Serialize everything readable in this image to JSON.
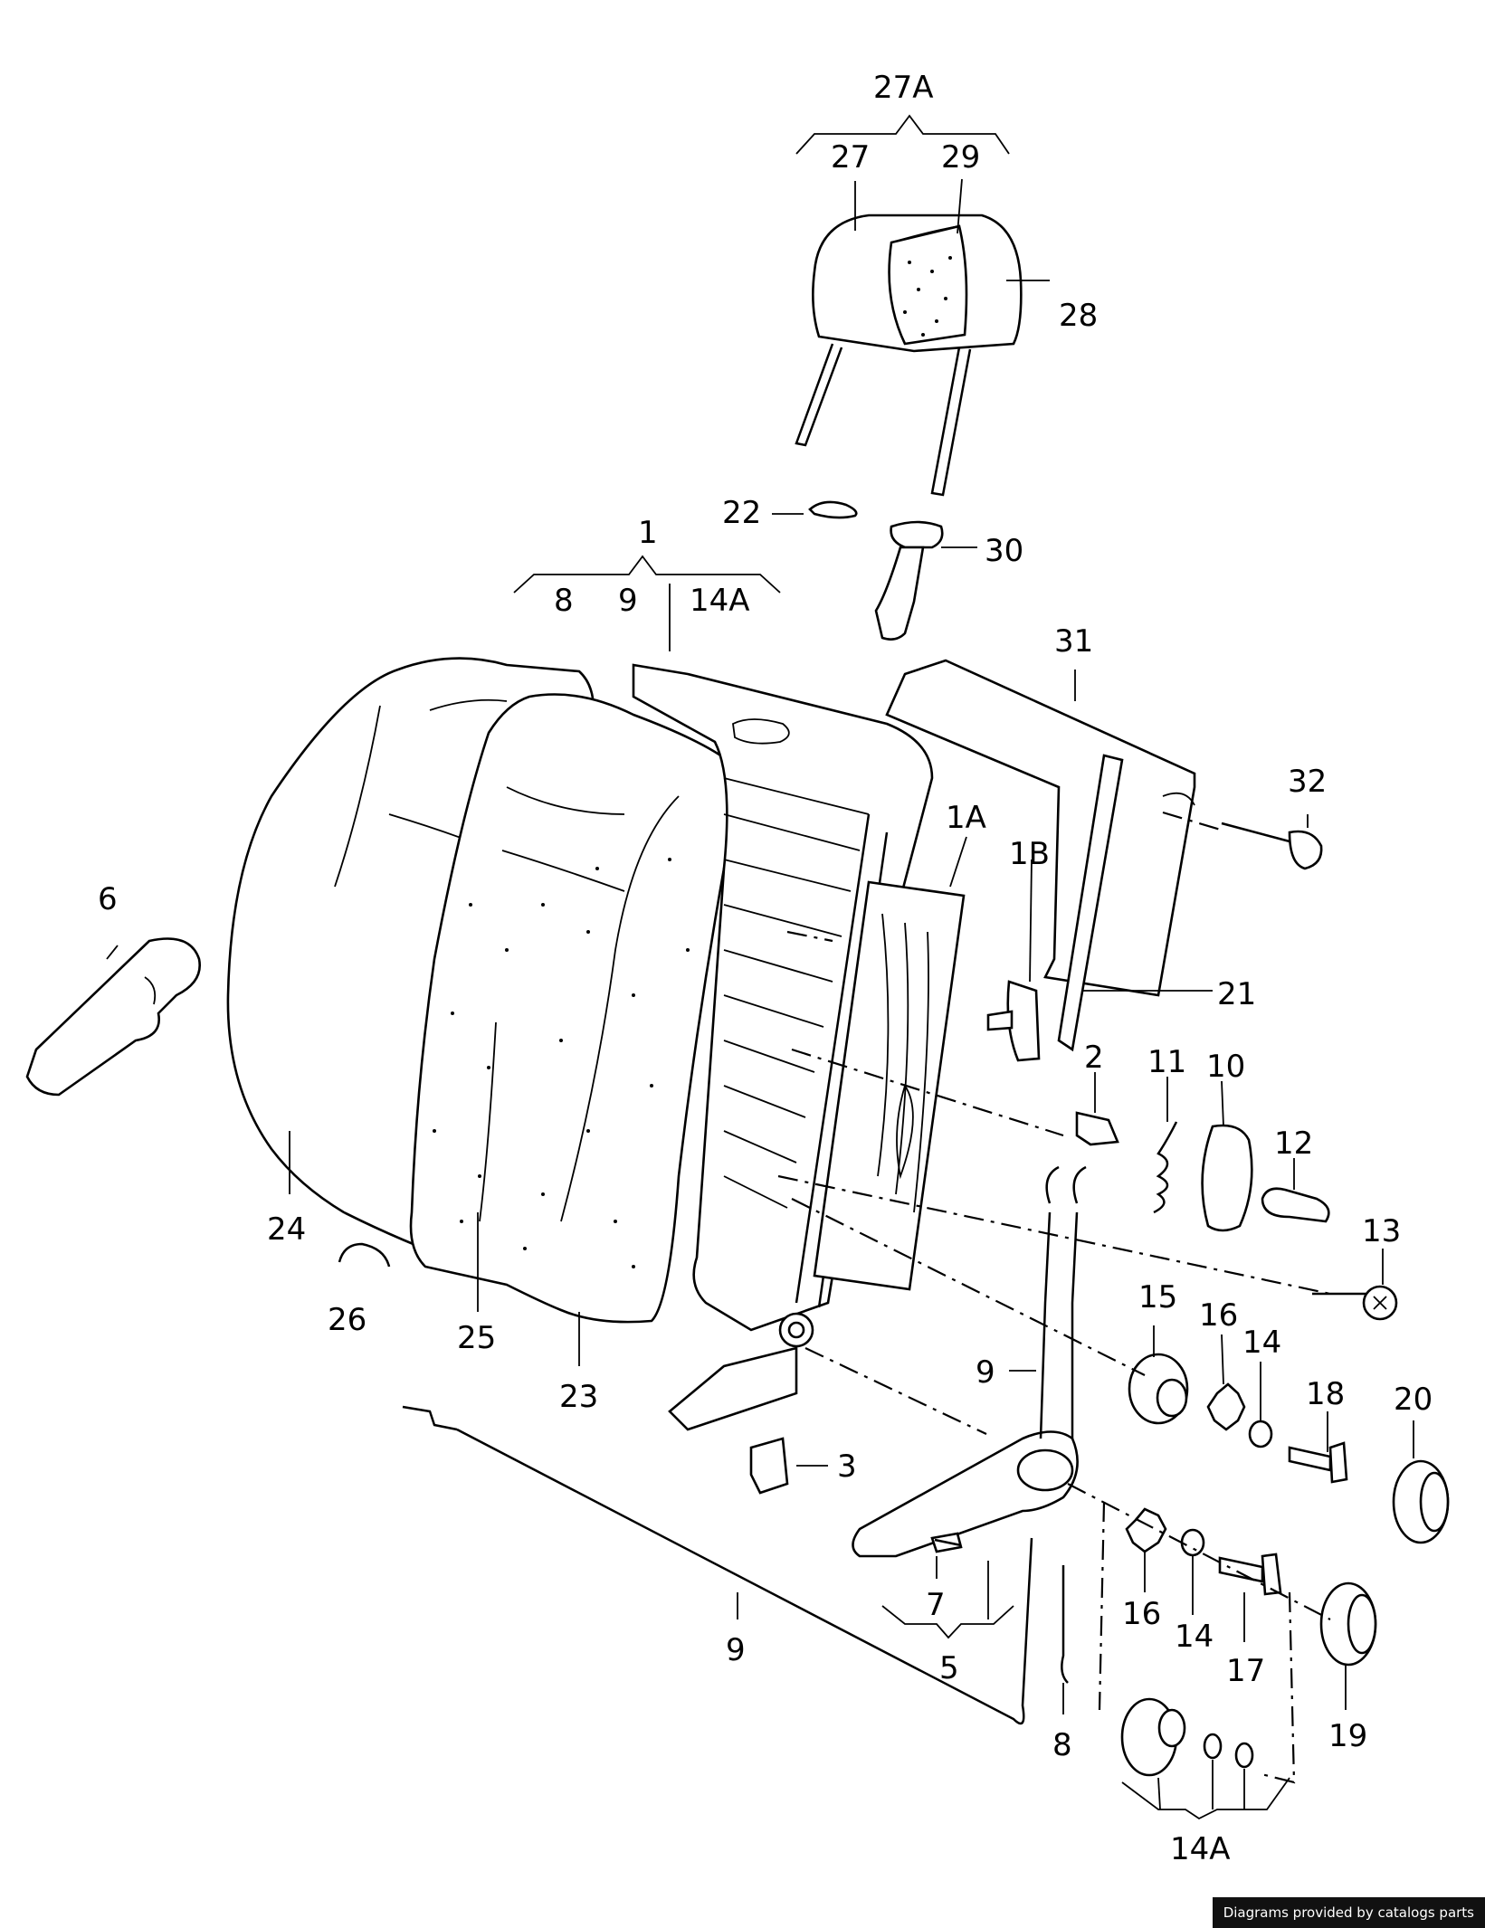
{
  "labels": {
    "l27A": "27A",
    "l27": "27",
    "l29": "29",
    "l28": "28",
    "l22": "22",
    "l30": "30",
    "l1": "1",
    "l8top": "8",
    "l9top": "9",
    "l14Atop": "14A",
    "l31": "31",
    "l32": "32",
    "l1A": "1A",
    "l1B": "1B",
    "l21": "21",
    "l6": "6",
    "l2": "2",
    "l11": "11",
    "l10": "10",
    "l12": "12",
    "l13": "13",
    "l24": "24",
    "l26": "26",
    "l25": "25",
    "l23": "23",
    "l15": "15",
    "l16a": "16",
    "l14a": "14",
    "l18": "18",
    "l20": "20",
    "l9mid": "9",
    "l3": "3",
    "l7": "7",
    "l5": "5",
    "l16b": "16",
    "l14b": "14",
    "l17": "17",
    "l19": "19",
    "l9bot": "9",
    "l8bot": "8",
    "l14Abot": "14A"
  },
  "credit": "Diagrams provided by catalogs parts"
}
